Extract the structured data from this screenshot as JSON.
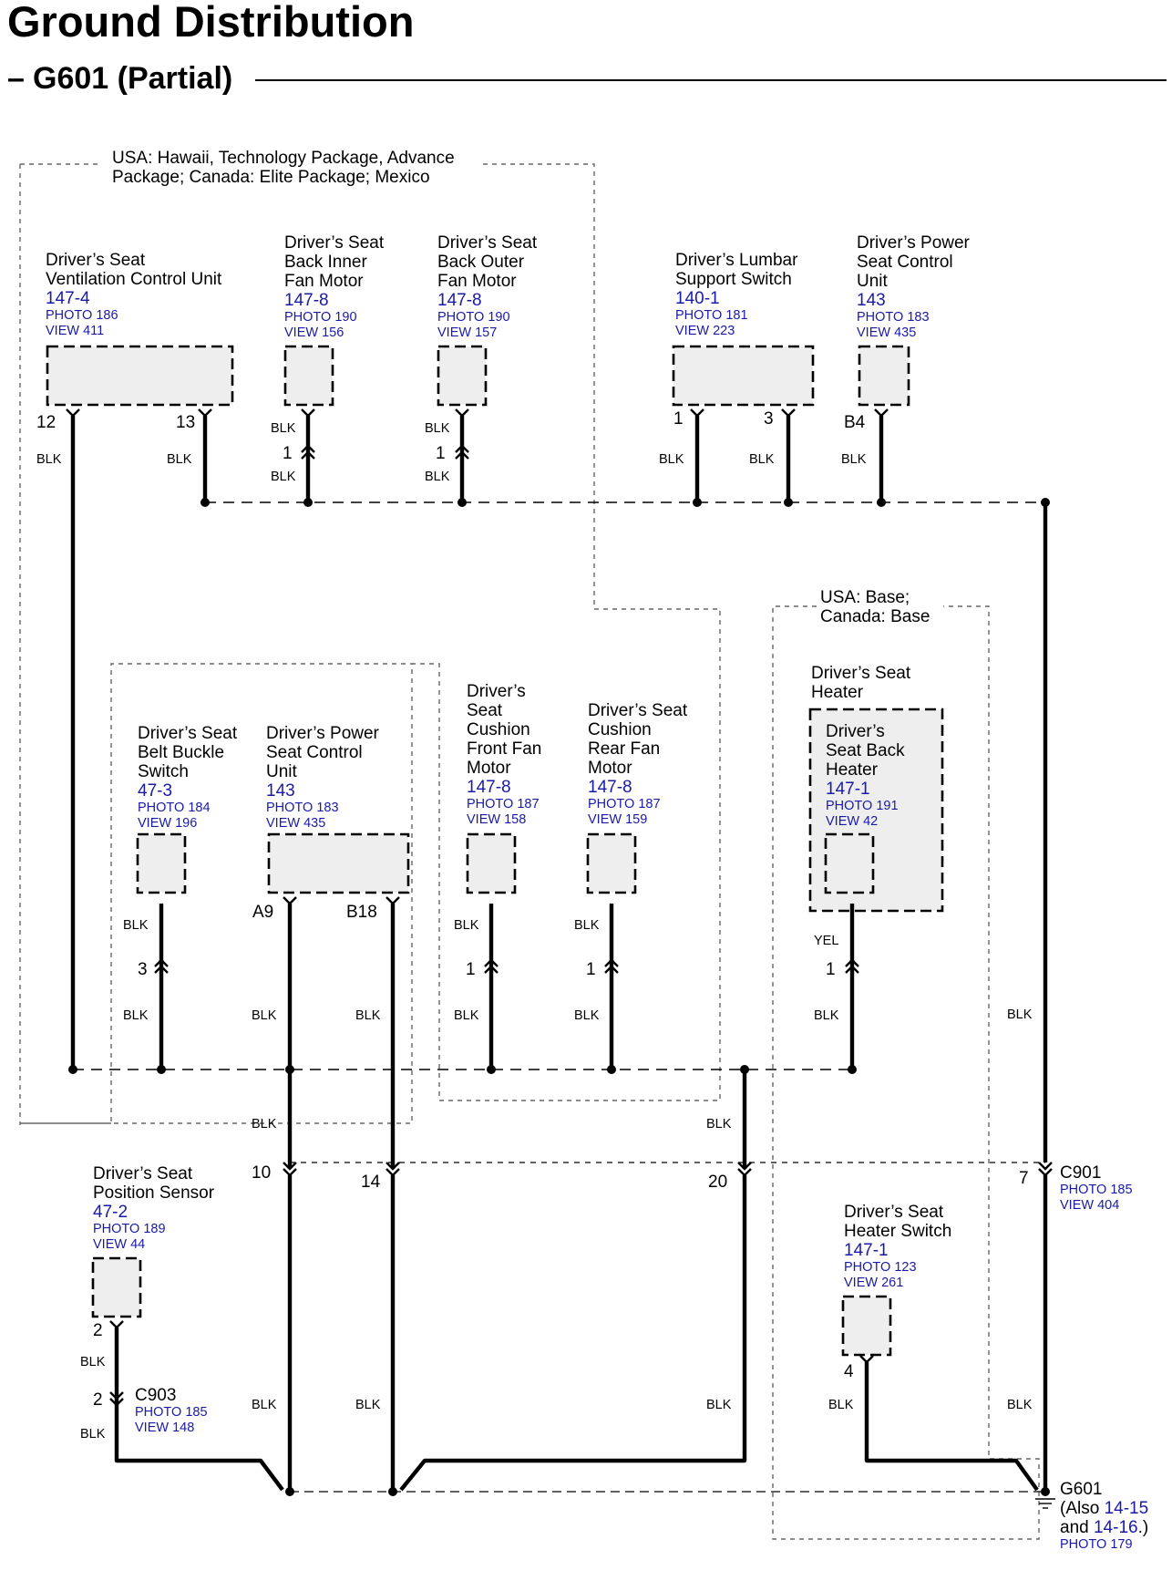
{
  "title": "Ground Distribution",
  "subtitle_dash": "–",
  "subtitle": "G601 (Partial)",
  "regions": {
    "usa_hawaii": [
      "USA: Hawaii, Technology Package, Advance",
      "Package; Canada: Elite Package; Mexico"
    ],
    "usa_base": [
      "USA: Base;",
      "Canada: Base"
    ]
  },
  "components": {
    "vent_unit": {
      "name": [
        "Driver’s Seat",
        "Ventilation Control Unit"
      ],
      "ref": "147-4",
      "photo": "PHOTO 186",
      "view": "VIEW 411"
    },
    "inner_fan": {
      "name": [
        "Driver’s Seat",
        "Back Inner",
        "Fan Motor"
      ],
      "ref": "147-8",
      "photo": "PHOTO 190",
      "view": "VIEW 156"
    },
    "outer_fan": {
      "name": [
        "Driver’s Seat",
        "Back Outer",
        "Fan Motor"
      ],
      "ref": "147-8",
      "photo": "PHOTO 190",
      "view": "VIEW 157"
    },
    "lumbar": {
      "name": [
        "Driver’s Lumbar",
        "Support Switch"
      ],
      "ref": "140-1",
      "photo": "PHOTO 181",
      "view": "VIEW 223"
    },
    "power_top": {
      "name": [
        "Driver’s Power",
        "Seat Control",
        "Unit"
      ],
      "ref": "143",
      "photo": "PHOTO 183",
      "view": "VIEW 435"
    },
    "buckle": {
      "name": [
        "Driver’s Seat",
        "Belt Buckle",
        "Switch"
      ],
      "ref": "47-3",
      "photo": "PHOTO 184",
      "view": "VIEW 196"
    },
    "power_mid": {
      "name": [
        "Driver’s Power",
        "Seat Control",
        "Unit"
      ],
      "ref": "143",
      "photo": "PHOTO 183",
      "view": "VIEW 435"
    },
    "cush_front": {
      "name": [
        "Driver’s",
        "Seat",
        "Cushion",
        "Front Fan",
        "Motor"
      ],
      "ref": "147-8",
      "photo": "PHOTO 187",
      "view": "VIEW 158"
    },
    "cush_rear": {
      "name": [
        "Driver’s Seat",
        "Cushion",
        "Rear Fan",
        "Motor"
      ],
      "ref": "147-8",
      "photo": "PHOTO 187",
      "view": "VIEW 159"
    },
    "heater": {
      "name": [
        "Driver’s Seat",
        "Heater"
      ]
    },
    "back_heater": {
      "name": [
        "Driver’s",
        "Seat Back",
        "Heater"
      ],
      "ref": "147-1",
      "photo": "PHOTO 191",
      "view": "VIEW 42"
    },
    "pos_sensor": {
      "name": [
        "Driver’s Seat",
        "Position Sensor"
      ],
      "ref": "47-2",
      "photo": "PHOTO 189",
      "view": "VIEW 44"
    },
    "heater_switch": {
      "name": [
        "Driver’s Seat",
        "Heater Switch"
      ],
      "ref": "147-1",
      "photo": "PHOTO 123",
      "view": "VIEW 261"
    }
  },
  "connectors": {
    "c901": {
      "name": "C901",
      "photo": "PHOTO 185",
      "view": "VIEW 404"
    },
    "c903": {
      "name": "C903",
      "photo": "PHOTO 185",
      "view": "VIEW 148"
    },
    "g601": {
      "name": "G601",
      "also_pre": "(Also",
      "also_ref1": "14-15",
      "also_and": "and",
      "also_ref2": "14-16",
      "also_post": ".)",
      "photo": "PHOTO 179"
    }
  },
  "pins": {
    "vent_12": "12",
    "vent_13": "13",
    "inner_1": "1",
    "outer_1": "1",
    "lumbar_1": "1",
    "lumbar_3": "3",
    "power_b4": "B4",
    "buckle_3": "3",
    "power_a9": "A9",
    "power_b18": "B18",
    "front_1": "1",
    "rear_1": "1",
    "heater_1": "1",
    "c901_10": "10",
    "c901_14": "14",
    "c901_20": "20",
    "c901_7": "7",
    "sensor_2": "2",
    "c903_2": "2",
    "switch_4": "4"
  },
  "wires": {
    "blk": "BLK",
    "yel": "YEL"
  }
}
